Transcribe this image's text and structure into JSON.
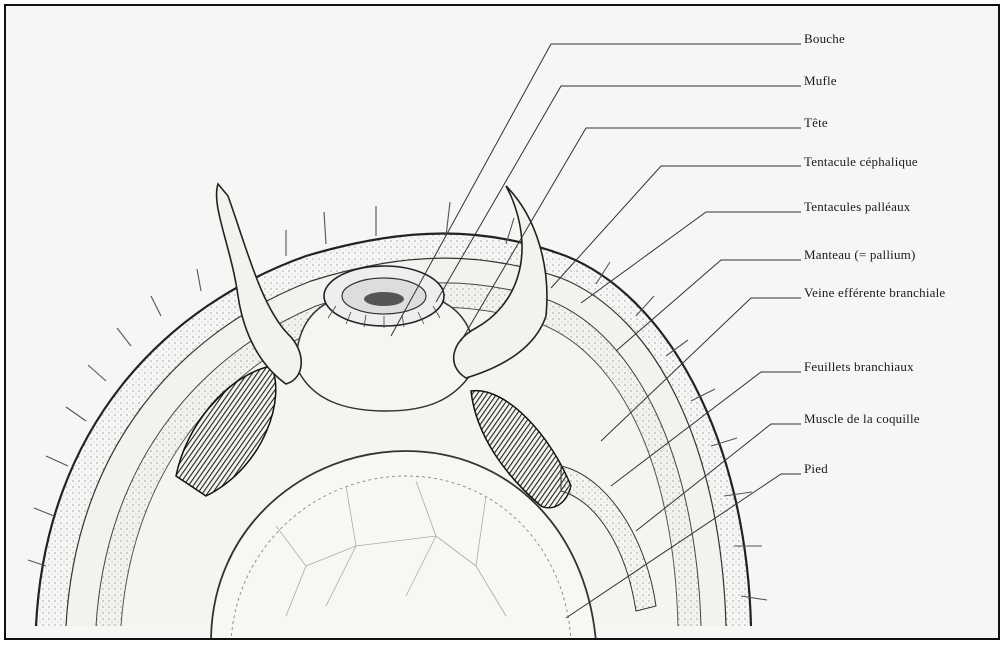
{
  "figure": {
    "labels": [
      "Bouche",
      "Mufle",
      "Tête",
      "Tentacule céphalique",
      "Tentacules palléaux",
      "Manteau (= pallium)",
      "Veine efférente branchiale",
      "Feuillets branchiaux",
      "Muscle de la coquille",
      "Pied"
    ]
  }
}
